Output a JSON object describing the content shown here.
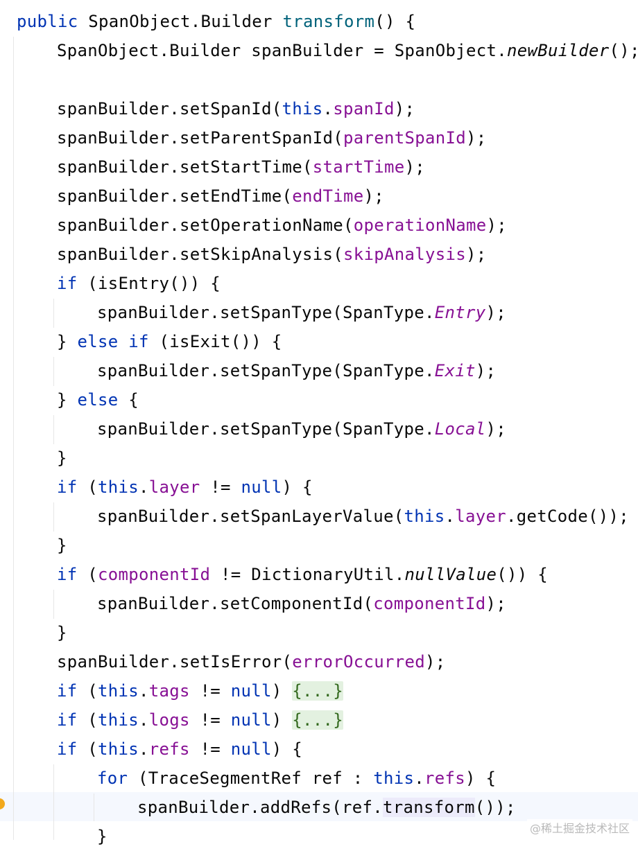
{
  "editor": {
    "lines": [
      {
        "indent": 0,
        "tokens": [
          {
            "t": "public ",
            "k": "kw"
          },
          {
            "t": "SpanObject.Builder "
          },
          {
            "t": "transform",
            "k": "fn"
          },
          {
            "t": "() {"
          }
        ]
      },
      {
        "indent": 1,
        "tokens": [
          {
            "t": "SpanObject.Builder spanBuilder = SpanObject."
          },
          {
            "t": "newBuilder",
            "k": "it"
          },
          {
            "t": "();"
          }
        ]
      },
      {
        "indent": 0,
        "tokens": []
      },
      {
        "indent": 1,
        "tokens": [
          {
            "t": "spanBuilder.setSpanId("
          },
          {
            "t": "this",
            "k": "kw"
          },
          {
            "t": "."
          },
          {
            "t": "spanId",
            "k": "field"
          },
          {
            "t": ");"
          }
        ]
      },
      {
        "indent": 1,
        "tokens": [
          {
            "t": "spanBuilder.setParentSpanId("
          },
          {
            "t": "parentSpanId",
            "k": "field"
          },
          {
            "t": ");"
          }
        ]
      },
      {
        "indent": 1,
        "tokens": [
          {
            "t": "spanBuilder.setStartTime("
          },
          {
            "t": "startTime",
            "k": "field"
          },
          {
            "t": ");"
          }
        ]
      },
      {
        "indent": 1,
        "tokens": [
          {
            "t": "spanBuilder.setEndTime("
          },
          {
            "t": "endTime",
            "k": "field"
          },
          {
            "t": ");"
          }
        ]
      },
      {
        "indent": 1,
        "tokens": [
          {
            "t": "spanBuilder.setOperationName("
          },
          {
            "t": "operationName",
            "k": "field"
          },
          {
            "t": ");"
          }
        ]
      },
      {
        "indent": 1,
        "tokens": [
          {
            "t": "spanBuilder.setSkipAnalysis("
          },
          {
            "t": "skipAnalysis",
            "k": "field"
          },
          {
            "t": ");"
          }
        ]
      },
      {
        "indent": 1,
        "tokens": [
          {
            "t": "if",
            "k": "kw"
          },
          {
            "t": " (isEntry()) {"
          }
        ]
      },
      {
        "indent": 2,
        "tokens": [
          {
            "t": "spanBuilder.setSpanType(SpanType."
          },
          {
            "t": "Entry",
            "k": "field-it"
          },
          {
            "t": ");"
          }
        ]
      },
      {
        "indent": 1,
        "tokens": [
          {
            "t": "} "
          },
          {
            "t": "else if",
            "k": "kw"
          },
          {
            "t": " (isExit()) {"
          }
        ]
      },
      {
        "indent": 2,
        "tokens": [
          {
            "t": "spanBuilder.setSpanType(SpanType."
          },
          {
            "t": "Exit",
            "k": "field-it"
          },
          {
            "t": ");"
          }
        ]
      },
      {
        "indent": 1,
        "tokens": [
          {
            "t": "} "
          },
          {
            "t": "else",
            "k": "kw"
          },
          {
            "t": " {"
          }
        ]
      },
      {
        "indent": 2,
        "tokens": [
          {
            "t": "spanBuilder.setSpanType(SpanType."
          },
          {
            "t": "Local",
            "k": "field-it"
          },
          {
            "t": ");"
          }
        ]
      },
      {
        "indent": 1,
        "tokens": [
          {
            "t": "}"
          }
        ]
      },
      {
        "indent": 1,
        "tokens": [
          {
            "t": "if",
            "k": "kw"
          },
          {
            "t": " ("
          },
          {
            "t": "this",
            "k": "kw"
          },
          {
            "t": "."
          },
          {
            "t": "layer",
            "k": "field"
          },
          {
            "t": " != "
          },
          {
            "t": "null",
            "k": "kw"
          },
          {
            "t": ") {"
          }
        ]
      },
      {
        "indent": 2,
        "tokens": [
          {
            "t": "spanBuilder.setSpanLayerValue("
          },
          {
            "t": "this",
            "k": "kw"
          },
          {
            "t": "."
          },
          {
            "t": "layer",
            "k": "field"
          },
          {
            "t": ".getCode());"
          }
        ]
      },
      {
        "indent": 1,
        "tokens": [
          {
            "t": "}"
          }
        ]
      },
      {
        "indent": 1,
        "tokens": [
          {
            "t": "if",
            "k": "kw"
          },
          {
            "t": " ("
          },
          {
            "t": "componentId",
            "k": "field"
          },
          {
            "t": " != DictionaryUtil."
          },
          {
            "t": "nullValue",
            "k": "it"
          },
          {
            "t": "()) {"
          }
        ]
      },
      {
        "indent": 2,
        "tokens": [
          {
            "t": "spanBuilder.setComponentId("
          },
          {
            "t": "componentId",
            "k": "field"
          },
          {
            "t": ");"
          }
        ]
      },
      {
        "indent": 1,
        "tokens": [
          {
            "t": "}"
          }
        ]
      },
      {
        "indent": 1,
        "tokens": [
          {
            "t": "spanBuilder.setIsError("
          },
          {
            "t": "errorOccurred",
            "k": "field"
          },
          {
            "t": ");"
          }
        ]
      },
      {
        "indent": 1,
        "tokens": [
          {
            "t": "if",
            "k": "kw"
          },
          {
            "t": " ("
          },
          {
            "t": "this",
            "k": "kw"
          },
          {
            "t": "."
          },
          {
            "t": "tags",
            "k": "field"
          },
          {
            "t": " != "
          },
          {
            "t": "null",
            "k": "kw"
          },
          {
            "t": ") "
          },
          {
            "t": "{...}",
            "k": "fold"
          }
        ]
      },
      {
        "indent": 1,
        "tokens": [
          {
            "t": "if",
            "k": "kw"
          },
          {
            "t": " ("
          },
          {
            "t": "this",
            "k": "kw"
          },
          {
            "t": "."
          },
          {
            "t": "logs",
            "k": "field"
          },
          {
            "t": " != "
          },
          {
            "t": "null",
            "k": "kw"
          },
          {
            "t": ") "
          },
          {
            "t": "{...}",
            "k": "fold"
          }
        ]
      },
      {
        "indent": 1,
        "tokens": [
          {
            "t": "if",
            "k": "kw"
          },
          {
            "t": " ("
          },
          {
            "t": "this",
            "k": "kw"
          },
          {
            "t": "."
          },
          {
            "t": "refs",
            "k": "field"
          },
          {
            "t": " != "
          },
          {
            "t": "null",
            "k": "kw"
          },
          {
            "t": ") {"
          }
        ]
      },
      {
        "indent": 2,
        "tokens": [
          {
            "t": "for",
            "k": "kw"
          },
          {
            "t": " (TraceSegmentRef ref : "
          },
          {
            "t": "this",
            "k": "kw"
          },
          {
            "t": "."
          },
          {
            "t": "refs",
            "k": "field"
          },
          {
            "t": ") {"
          }
        ]
      },
      {
        "indent": 3,
        "tokens": [
          {
            "t": "spanBuilder.addRefs(ref."
          },
          {
            "t": "transform",
            "k": "usage"
          },
          {
            "t": "());"
          }
        ]
      },
      {
        "indent": 2,
        "tokens": [
          {
            "t": "}"
          }
        ]
      }
    ],
    "colors": {
      "keyword": "#0033b3",
      "method_decl": "#00627a",
      "field": "#871094",
      "fold_bg": "#e3f1e0",
      "current_line_bg": "#f5f8fe"
    }
  },
  "gutter": {
    "marker_icon": "breakpoint-dot-icon"
  },
  "watermark": {
    "text": "@稀土掘金技术社区"
  }
}
